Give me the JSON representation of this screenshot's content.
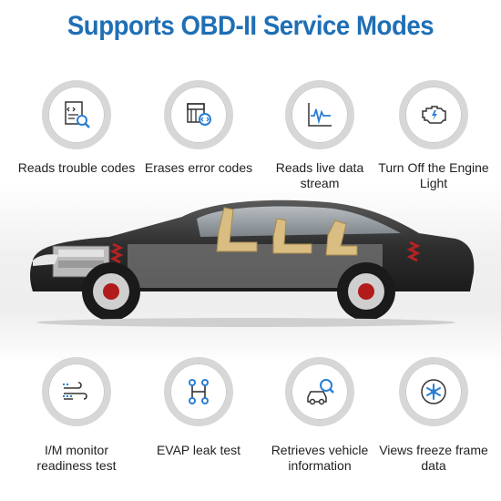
{
  "title": "Supports OBD-II Service Modes",
  "features": [
    {
      "icon": "document-search-icon",
      "label": "Reads trouble codes"
    },
    {
      "icon": "erase-code-icon",
      "label": "Erases error codes"
    },
    {
      "icon": "live-data-icon",
      "label": "Reads live data stream"
    },
    {
      "icon": "engine-light-icon",
      "label": "Turn Off the Engine Light"
    },
    {
      "icon": "monitor-readiness-icon",
      "label": "I/M monitor readiness test"
    },
    {
      "icon": "evap-leak-icon",
      "label": "EVAP leak test"
    },
    {
      "icon": "vehicle-search-icon",
      "label": "Retrieves vehicle information"
    },
    {
      "icon": "freeze-frame-icon",
      "label": "Views freeze frame data"
    }
  ],
  "colors": {
    "accent": "#1f6fb5",
    "icon_blue": "#2a7fd4",
    "ring": "#d7d7d7"
  }
}
